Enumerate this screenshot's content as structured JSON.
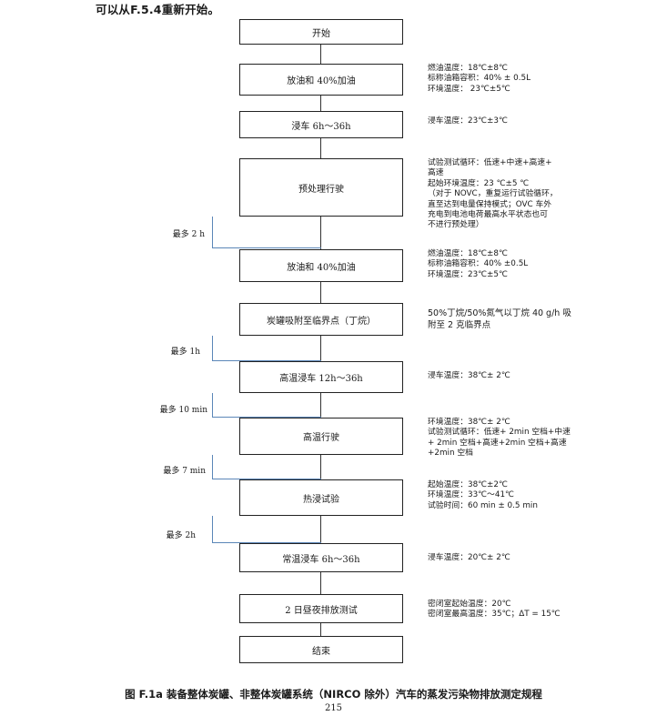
{
  "intro_text": "可以从F.5.4重新开始。",
  "steps": [
    {
      "label": "开始"
    },
    {
      "label": "放油和 40%加油"
    },
    {
      "label": "浸车 6h～36h"
    },
    {
      "label": "预处理行驶"
    },
    {
      "label": "放油和 40%加油"
    },
    {
      "label": "炭罐吸附至临界点（丁烷）"
    },
    {
      "label": "高温浸车  12h～36h"
    },
    {
      "label": "高温行驶"
    },
    {
      "label": "热浸试验"
    },
    {
      "label": "常温浸车  6h～36h"
    },
    {
      "label": "2 日昼夜排放测试"
    },
    {
      "label": "结束"
    }
  ],
  "conditions": [
    "燃油温度：18℃±8℃\n标称油箱容积：40% ± 0.5L\n环境温度：  23℃±5℃",
    "浸车温度：23℃±3℃",
    "试验测试循环：低速+中速+高速+\n高速\n起始环境温度：23 ℃±5 ℃\n（对于 NOVC，重复运行试验循环，\n直至达到电量保持模式；OVC 车外\n充电到电池电荷最高水平状态也可\n不进行预处理）",
    "燃油温度：18℃±8℃\n标称油箱容积：40% ±0.5L\n环境温度：23℃±5℃",
    "50%丁烷/50%氮气以丁烷 40 g/h 吸\n附至 2 克临界点",
    "浸车温度：38℃± 2℃",
    "环境温度：38℃± 2℃\n试验测试循环：低速+ 2min 空档+中速\n+ 2min 空档+高速+2min 空档+高速\n+2min 空档",
    "起始温度：38℃±2℃\n环境温度：33℃～41℃\n试验时间：60 min ± 0.5 min",
    "浸车温度：20℃± 2℃",
    "密闭室起始温度：20℃\n密闭室最高温度：35℃；ΔT = 15℃"
  ],
  "waits": [
    {
      "label": "最多 2 h"
    },
    {
      "label": "最多   1h"
    },
    {
      "label": "最多 10 min"
    },
    {
      "label": "最多 7 min"
    },
    {
      "label": "最多 2h"
    }
  ],
  "caption": "图 F.1a 装备整体炭罐、非整体炭罐系统（NIRCO 除外）汽车的蒸发污染物排放测定规程",
  "page_number": "215",
  "colors": {
    "connector": "#333333",
    "wait_bracket": "#5b86b8"
  }
}
